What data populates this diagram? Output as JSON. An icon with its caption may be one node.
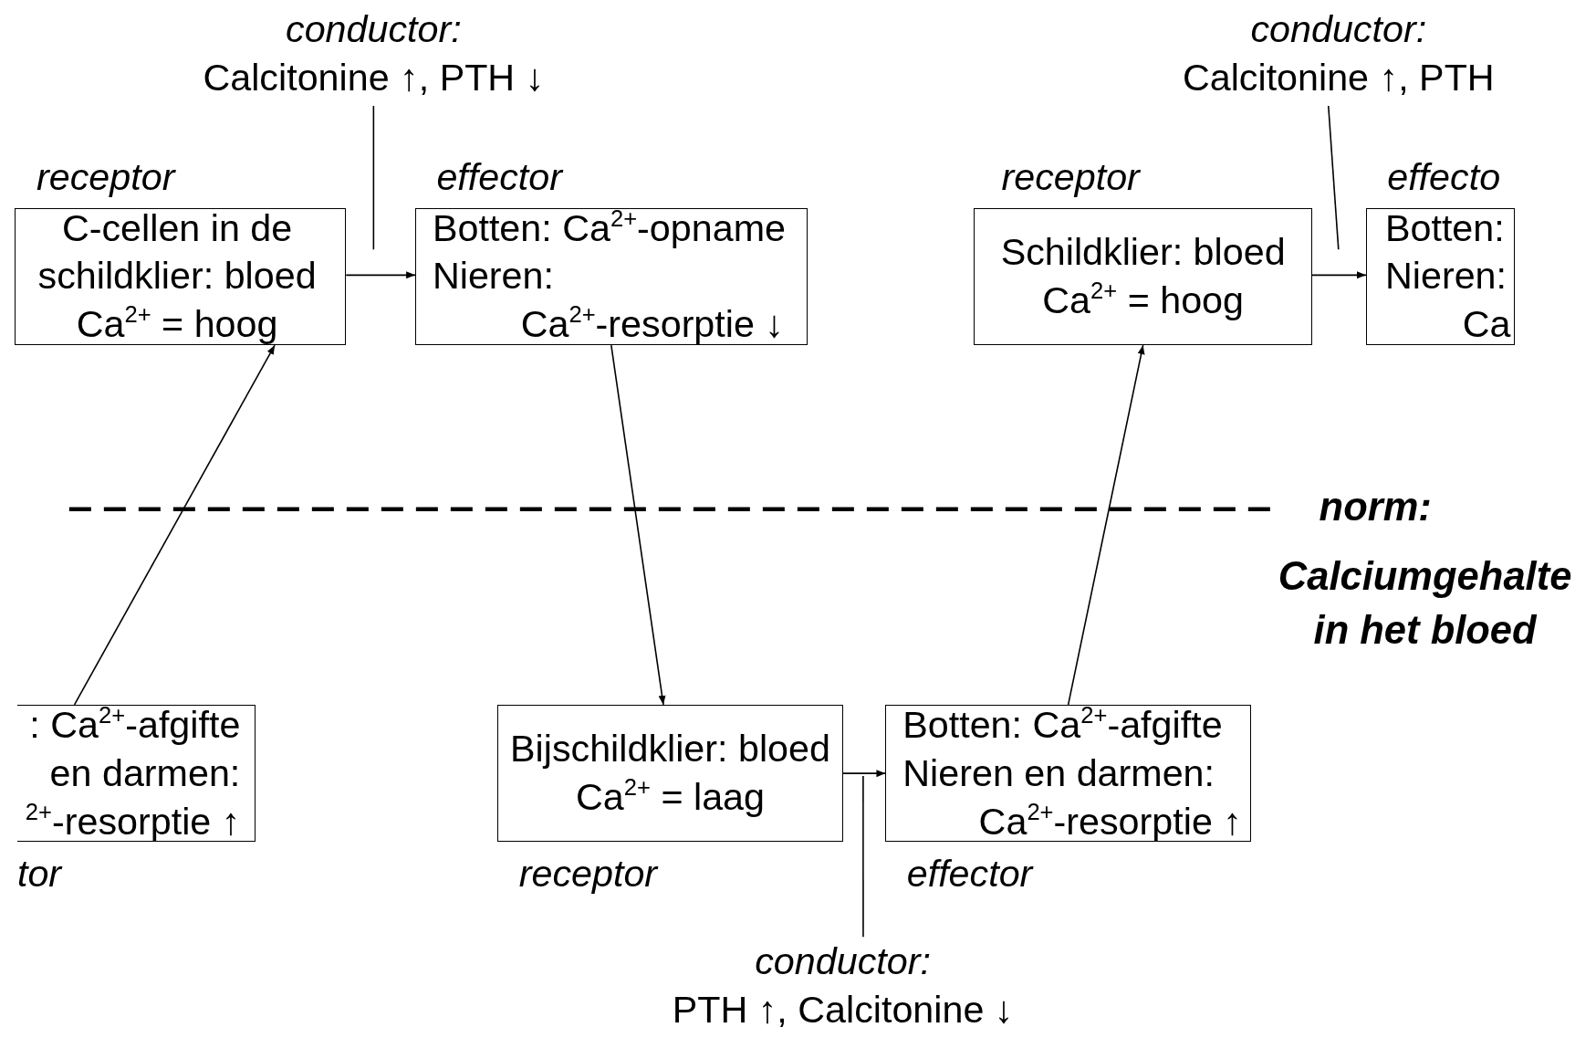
{
  "diagram": {
    "nodes": [
      {
        "text": [
          "receptor",
          "C-cellen in de schildklier: bloed Ca$^{2+}$ = hoog"
        ]
      },
      {
        "text": [
          "effector",
          "Botten: Ca$^{2+}$-opname",
          "Nieren:",
          "Ca$^{2+}$-resorptie ↓"
        ]
      },
      {
        "text": [
          "receptor",
          "Schildklier: bloed Ca$^{2+}$ = hoog"
        ]
      },
      {
        "text": [
          "effecto",
          "Botten:",
          "Nieren:",
          "Ca"
        ]
      },
      {
        "text": [
          ": Ca$^{2+}$-afgifte",
          "en darmen:",
          "$^{2+}$-resorptie ↑",
          "tor"
        ]
      },
      {
        "text": [
          "Bijschildklier: bloed Ca$^{2+}$ = laag",
          "receptor"
        ]
      },
      {
        "text": [
          "Botten: Ca$^{2+}$-afgifte",
          "Nieren en darmen:",
          "Ca$^{2+}$-resorptie ↑",
          "effector"
        ]
      },
      {
        "text": [
          "conductor:",
          "Calcitonine ↑, PTH ↓"
        ]
      },
      {
        "text": [
          "conductor:",
          "Calcitonine ↑, PTH"
        ]
      },
      {
        "text": [
          "conductor:",
          "PTH ↑, Calcitonine ↓"
        ]
      }
    ],
    "edges": [
      {
        "from": 4,
        "to": 0,
        "arrow": "to"
      },
      {
        "from": 0,
        "to": 1,
        "arrow": "to"
      },
      {
        "from": 1,
        "to": 5,
        "arrow": "to"
      },
      {
        "from": 5,
        "to": 6,
        "arrow": "to"
      },
      {
        "from": 6,
        "to": 2,
        "arrow": "to"
      },
      {
        "from": 2,
        "to": 3,
        "arrow": "to"
      },
      {
        "from": 7,
        "to": null,
        "arrow": "none"
      },
      {
        "from": 8,
        "to": null,
        "arrow": "none"
      },
      {
        "from": 9,
        "to": null,
        "arrow": "none"
      }
    ],
    "labels": [
      "norm:",
      "Calciumgehalte in het bloed"
    ]
  }
}
